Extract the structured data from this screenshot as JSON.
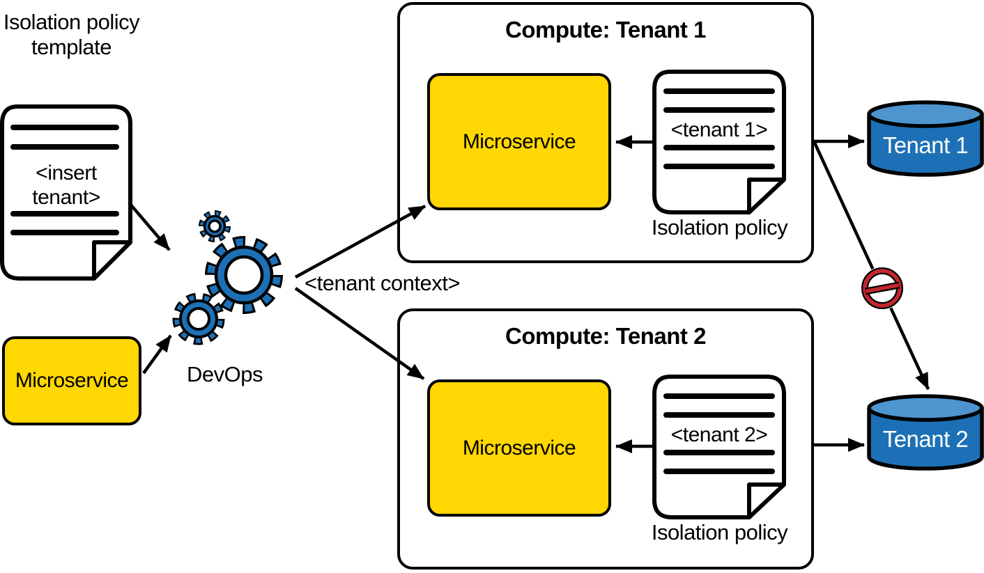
{
  "labels": {
    "template_line1": "Isolation policy",
    "template_line2": "template",
    "devops": "DevOps",
    "tenant_context": "<tenant context>"
  },
  "template_doc": {
    "text_line1": "<insert",
    "text_line2": "tenant>"
  },
  "standalone_microservice": "Microservice",
  "compute1": {
    "title": "Compute: Tenant 1",
    "microservice": "Microservice",
    "policy_doc_text": "<tenant 1>",
    "policy_label": "Isolation policy"
  },
  "compute2": {
    "title": "Compute: Tenant 2",
    "microservice": "Microservice",
    "policy_doc_text": "<tenant 2>",
    "policy_label": "Isolation policy"
  },
  "databases": {
    "tenant1": "Tenant 1",
    "tenant2": "Tenant 2"
  },
  "icons": {
    "gears": "devops-gears",
    "documents": "policy-document",
    "prohibition": "no-cross-tenant-access"
  },
  "colors": {
    "microservice_yellow": "#FFD702",
    "gear_blue": "#1D70B5",
    "cylinder_blue": "#1D70B5",
    "cylinder_top_blue": "#4E95D0",
    "prohibition_red": "#C1272D",
    "line_black": "#000000"
  }
}
